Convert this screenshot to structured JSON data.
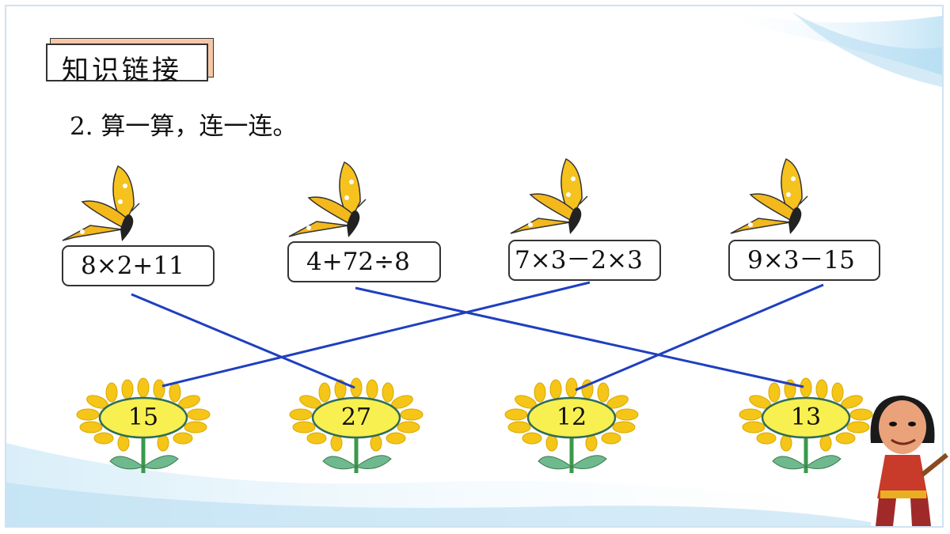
{
  "title": "知识链接",
  "question": "2. 算一算，连一连。",
  "expressions": [
    "8×2+11",
    "4+72÷8",
    "7×3－2×3",
    "9×3－15"
  ],
  "answers": [
    "15",
    "27",
    "12",
    "13"
  ],
  "colors": {
    "line": "#1f3fbf",
    "petal": "#f5c518",
    "center": "#f8f050",
    "stem": "#3a9a4a",
    "title_shadow": "#f4c7a8"
  }
}
